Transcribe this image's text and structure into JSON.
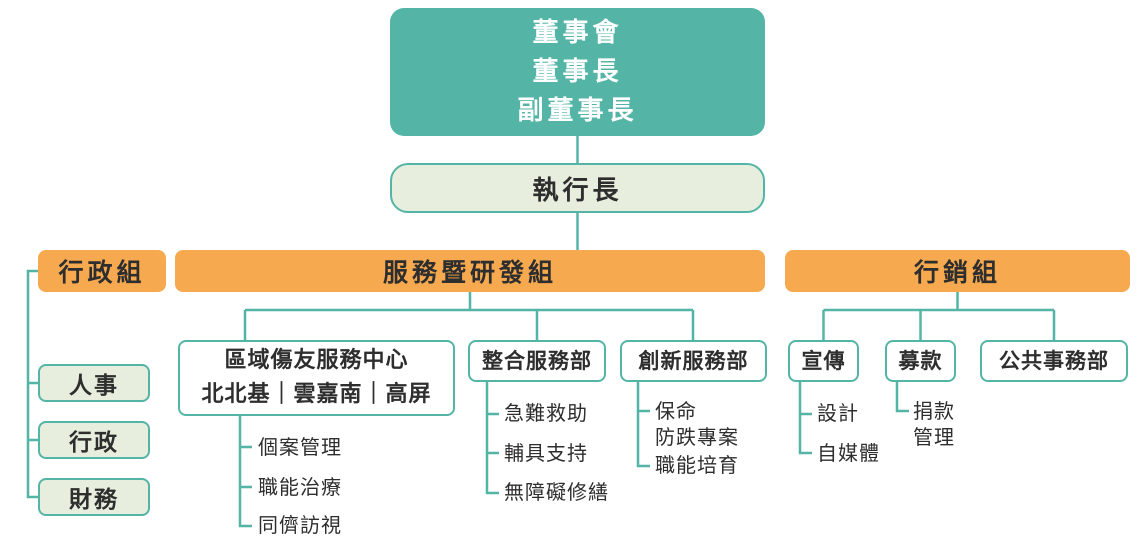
{
  "colors": {
    "teal": "#54b5a6",
    "orange": "#f6a94f",
    "light_green": "#e7eedd",
    "text": "#2e2e2e",
    "board_text": "#ffffff"
  },
  "board": {
    "line1": "董事會",
    "line2": "董事長",
    "line3": "副董事長"
  },
  "ceo": {
    "label": "執行長"
  },
  "admin": {
    "label": "行政組",
    "children": [
      {
        "label": "人事"
      },
      {
        "label": "行政"
      },
      {
        "label": "財務"
      }
    ]
  },
  "service": {
    "label": "服務暨研發組",
    "regional": {
      "line1": "區域傷友服務中心",
      "line2": "北北基｜雲嘉南｜高屏",
      "items": [
        "個案管理",
        "職能治療",
        "同儕訪視"
      ]
    },
    "integrated": {
      "label": "整合服務部",
      "items": [
        "急難救助",
        "輔具支持",
        "無障礙修繕"
      ]
    },
    "innovation": {
      "label": "創新服務部",
      "item1_line1": "保命",
      "item1_line2": "防跌專案",
      "item2": "職能培育"
    }
  },
  "marketing": {
    "label": "行銷組",
    "publicity": {
      "label": "宣傳",
      "items": [
        "設計",
        "自媒體"
      ]
    },
    "fundraising": {
      "label": "募款",
      "item1_line1": "捐款",
      "item1_line2": "管理"
    },
    "public_affairs": {
      "label": "公共事務部"
    }
  }
}
